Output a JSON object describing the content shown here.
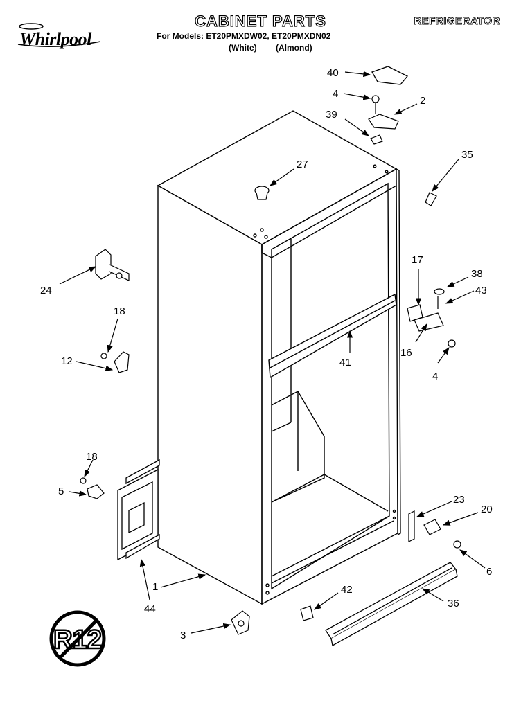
{
  "header": {
    "brand": "Whirlpool",
    "title": "CABINET PARTS",
    "category": "REFRIGERATOR",
    "models_line": "For Models: ET20PMXDW02, ET20PMXDN02",
    "variant_white": "(White)",
    "variant_almond": "(Almond)"
  },
  "badge": {
    "text": "R12",
    "meaning": "no R12 refrigerant (prohibition circle)"
  },
  "callouts": {
    "c1": "1",
    "c2": "2",
    "c3": "3",
    "c4a": "4",
    "c4b": "4",
    "c5": "5",
    "c6": "6",
    "c12": "12",
    "c16": "16",
    "c17": "17",
    "c18a": "18",
    "c18b": "18",
    "c20": "20",
    "c23": "23",
    "c24": "24",
    "c27": "27",
    "c35": "35",
    "c36": "36",
    "c38": "38",
    "c39": "39",
    "c40": "40",
    "c41": "41",
    "c42": "42",
    "c43": "43",
    "c44": "44"
  }
}
